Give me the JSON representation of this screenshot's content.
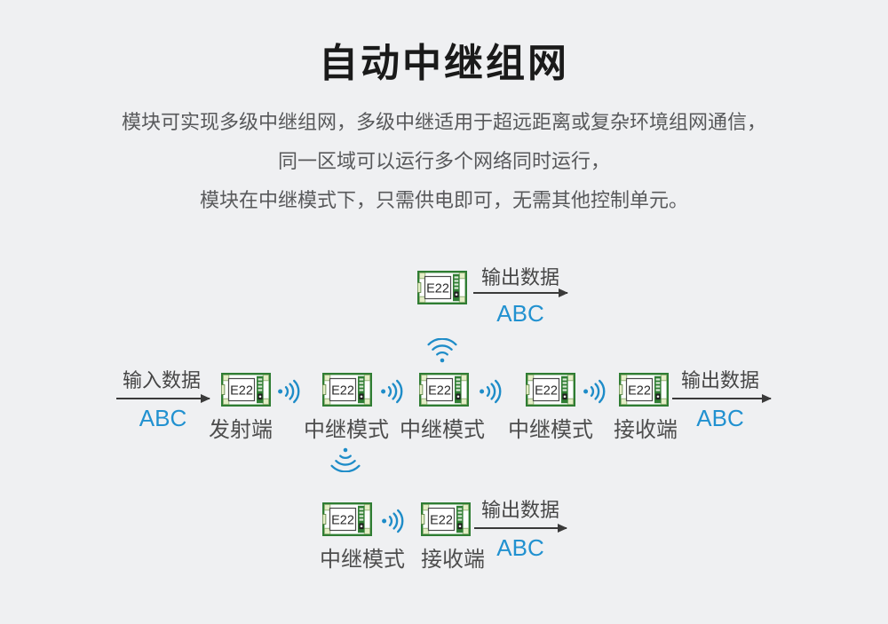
{
  "page": {
    "title": "自动中继组网",
    "description_lines": [
      "模块可实现多级中继组网，多级中继适用于超远距离或复杂环境组网通信，",
      "同一区域可以运行多个网络同时运行，",
      "模块在中继模式下，只需供电即可，无需其他控制单元。"
    ]
  },
  "module_label": "E22",
  "flows": {
    "input": {
      "label": "输入数据",
      "value": "ABC"
    },
    "output": {
      "label": "输出数据",
      "value": "ABC"
    }
  },
  "nodes": {
    "transmitter": "发射端",
    "relay": "中继模式",
    "receiver": "接收端"
  },
  "icons": {
    "signal": "radio-waves-right",
    "wifi_up": "wifi-signal-up",
    "wifi_down": "wifi-signal-down"
  },
  "colors": {
    "background": "#eff0f2",
    "title": "#1a1a1a",
    "body_text": "#58595b",
    "node_label": "#4d4d4d",
    "flow_label": "#454545",
    "accent_blue": "#2191d0",
    "signal_blue": "#1e8cc8",
    "module_green": "#2f7d33",
    "module_pad": "#e4eec6",
    "arrow": "#3a3a3a"
  }
}
